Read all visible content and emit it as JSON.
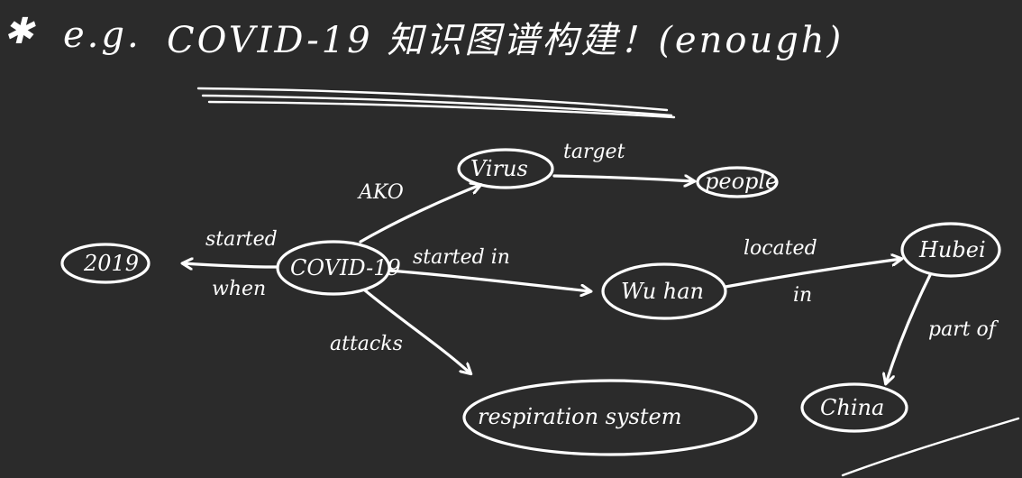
{
  "title": {
    "star": "✱",
    "prefix": "e.g.",
    "main": "COVID-19 知识图谱构建！(enough)"
  },
  "nodes": {
    "virus": "Virus",
    "people": "people",
    "covid": "COVID-19",
    "year": "2019",
    "wuhan": "Wu han",
    "hubei": "Hubei",
    "china": "China",
    "respiration": "respiration system"
  },
  "edges": {
    "ako": "AKO",
    "target": "target",
    "started_when_1": "started",
    "started_when_2": "when",
    "started_in": "started in",
    "located_in_1": "located",
    "located_in_2": "in",
    "part_of": "part of",
    "attacks": "attacks"
  },
  "colors": {
    "background": "#2b2b2b",
    "ink": "#ffffff"
  }
}
